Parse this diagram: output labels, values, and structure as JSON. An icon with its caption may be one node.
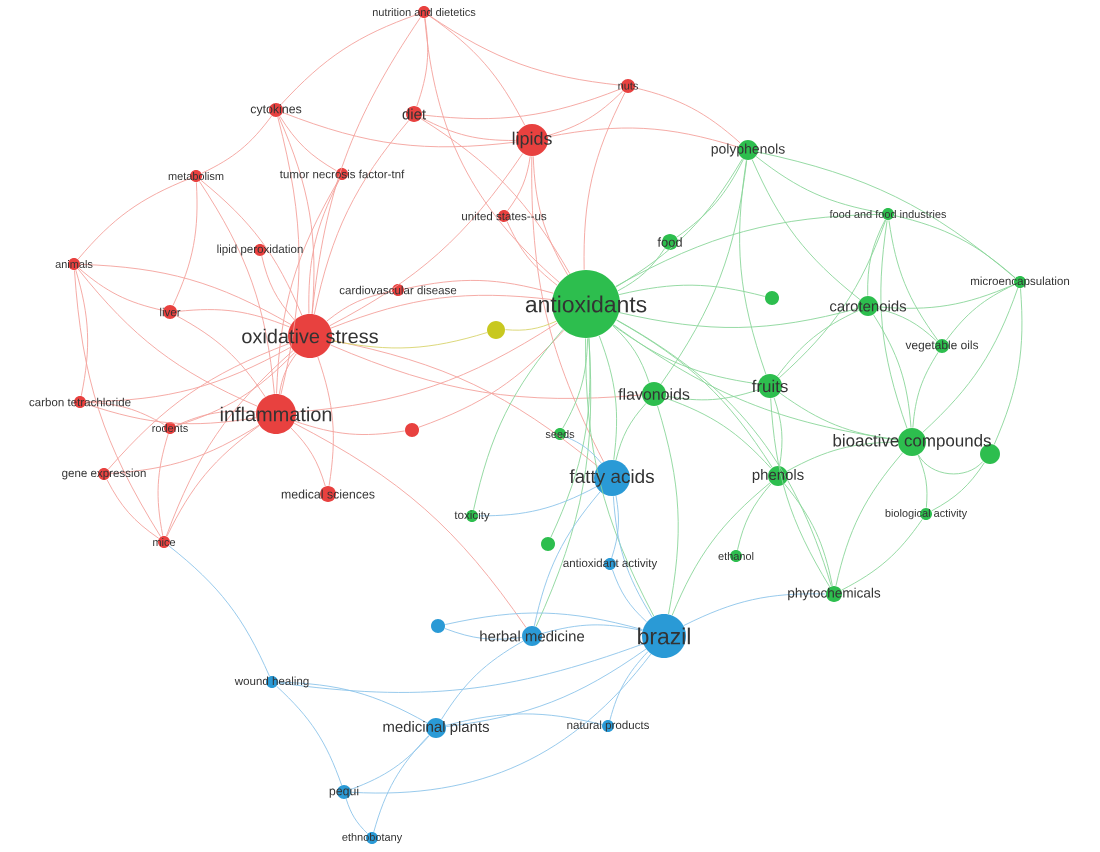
{
  "diagram": {
    "nodes": [
      {
        "text": [
          "nutrition and dietetics"
        ]
      },
      {
        "text": [
          "cytokines"
        ]
      },
      {
        "text": [
          "diet"
        ]
      },
      {
        "text": [
          "lipids"
        ]
      },
      {
        "text": [
          "nuts"
        ]
      },
      {
        "text": [
          "tumor necrosis factor-tnf"
        ]
      },
      {
        "text": [
          "metabolism"
        ]
      },
      {
        "text": [
          "united states--us"
        ]
      },
      {
        "text": [
          "lipid peroxidation"
        ]
      },
      {
        "text": [
          "animals"
        ]
      },
      {
        "text": [
          "cardiovascular disease"
        ]
      },
      {
        "text": [
          "liver"
        ]
      },
      {
        "text": [
          "oxidative stress"
        ]
      },
      {
        "text": [
          "carbon tetrachloride"
        ]
      },
      {
        "text": [
          "inflammation"
        ]
      },
      {
        "text": [
          "rodents"
        ]
      },
      {
        "text": [],
        "shape": "circle"
      },
      {
        "text": [
          "gene expression"
        ]
      },
      {
        "text": [
          "medical sciences"
        ]
      },
      {
        "text": [
          "mice"
        ]
      },
      {
        "text": [],
        "shape": "circle"
      },
      {
        "text": [
          "polyphenols"
        ]
      },
      {
        "text": [
          "food and food industries"
        ]
      },
      {
        "text": [
          "food"
        ]
      },
      {
        "text": [
          "antioxidants"
        ]
      },
      {
        "text": [],
        "shape": "circle"
      },
      {
        "text": [
          "carotenoids"
        ]
      },
      {
        "text": [
          "microencapsulation"
        ]
      },
      {
        "text": [
          "vegetable oils"
        ]
      },
      {
        "text": [
          "flavonoids"
        ]
      },
      {
        "text": [
          "fruits"
        ]
      },
      {
        "text": [
          "seeds"
        ]
      },
      {
        "text": [
          "bioactive compounds"
        ]
      },
      {
        "text": [],
        "shape": "circle"
      },
      {
        "text": [
          "phenols"
        ]
      },
      {
        "text": [
          "toxicity"
        ]
      },
      {
        "text": [],
        "shape": "circle"
      },
      {
        "text": [
          "biological activity"
        ]
      },
      {
        "text": [
          "antioxidant activity"
        ]
      },
      {
        "text": [
          "ethanol"
        ]
      },
      {
        "text": [
          "phytochemicals"
        ]
      },
      {
        "text": [
          "fatty acids"
        ]
      },
      {
        "text": [],
        "shape": "circle"
      },
      {
        "text": [
          "herbal medicine"
        ]
      },
      {
        "text": [
          "brazil"
        ]
      },
      {
        "text": [
          "wound healing"
        ]
      },
      {
        "text": [
          "medicinal plants"
        ]
      },
      {
        "text": [
          "natural products"
        ]
      },
      {
        "text": [
          "pequi"
        ]
      },
      {
        "text": [
          "ethnobotany"
        ]
      }
    ],
    "edges": [
      {
        "from": 12,
        "to": 0,
        "arrow": "none"
      },
      {
        "from": 12,
        "to": 1,
        "arrow": "none"
      },
      {
        "from": 12,
        "to": 2,
        "arrow": "none"
      },
      {
        "from": 12,
        "to": 3,
        "arrow": "none"
      },
      {
        "from": 12,
        "to": 5,
        "arrow": "none"
      },
      {
        "from": 12,
        "to": 6,
        "arrow": "none"
      },
      {
        "from": 12,
        "to": 8,
        "arrow": "none"
      },
      {
        "from": 12,
        "to": 9,
        "arrow": "none"
      },
      {
        "from": 12,
        "to": 10,
        "arrow": "none"
      },
      {
        "from": 12,
        "to": 11,
        "arrow": "none"
      },
      {
        "from": 12,
        "to": 13,
        "arrow": "none"
      },
      {
        "from": 12,
        "to": 14,
        "arrow": "none"
      },
      {
        "from": 12,
        "to": 15,
        "arrow": "none"
      },
      {
        "from": 12,
        "to": 17,
        "arrow": "none"
      },
      {
        "from": 12,
        "to": 18,
        "arrow": "none"
      },
      {
        "from": 12,
        "to": 19,
        "arrow": "none"
      },
      {
        "from": 12,
        "to": 24,
        "arrow": "none"
      },
      {
        "from": 12,
        "to": 29,
        "arrow": "none"
      },
      {
        "from": 12,
        "to": 41,
        "arrow": "none"
      },
      {
        "from": 14,
        "to": 1,
        "arrow": "none"
      },
      {
        "from": 14,
        "to": 5,
        "arrow": "none"
      },
      {
        "from": 14,
        "to": 6,
        "arrow": "none"
      },
      {
        "from": 14,
        "to": 9,
        "arrow": "none"
      },
      {
        "from": 14,
        "to": 11,
        "arrow": "none"
      },
      {
        "from": 14,
        "to": 13,
        "arrow": "none"
      },
      {
        "from": 14,
        "to": 15,
        "arrow": "none"
      },
      {
        "from": 14,
        "to": 17,
        "arrow": "none"
      },
      {
        "from": 14,
        "to": 19,
        "arrow": "none"
      },
      {
        "from": 14,
        "to": 18,
        "arrow": "none"
      },
      {
        "from": 14,
        "to": 24,
        "arrow": "none"
      },
      {
        "from": 14,
        "to": 43,
        "arrow": "none"
      },
      {
        "from": 3,
        "to": 0,
        "arrow": "none"
      },
      {
        "from": 3,
        "to": 2,
        "arrow": "none"
      },
      {
        "from": 3,
        "to": 4,
        "arrow": "none"
      },
      {
        "from": 3,
        "to": 7,
        "arrow": "none"
      },
      {
        "from": 3,
        "to": 24,
        "arrow": "none"
      },
      {
        "from": 3,
        "to": 21,
        "arrow": "none"
      },
      {
        "from": 3,
        "to": 41,
        "arrow": "none"
      },
      {
        "from": 3,
        "to": 1,
        "arrow": "none"
      },
      {
        "from": 0,
        "to": 1,
        "arrow": "none"
      },
      {
        "from": 0,
        "to": 2,
        "arrow": "none"
      },
      {
        "from": 0,
        "to": 4,
        "arrow": "none"
      },
      {
        "from": 0,
        "to": 24,
        "arrow": "none"
      },
      {
        "from": 2,
        "to": 4,
        "arrow": "none"
      },
      {
        "from": 2,
        "to": 24,
        "arrow": "none"
      },
      {
        "from": 4,
        "to": 24,
        "arrow": "none"
      },
      {
        "from": 4,
        "to": 21,
        "arrow": "none"
      },
      {
        "from": 1,
        "to": 5,
        "arrow": "none"
      },
      {
        "from": 1,
        "to": 6,
        "arrow": "none"
      },
      {
        "from": 6,
        "to": 9,
        "arrow": "none"
      },
      {
        "from": 6,
        "to": 11,
        "arrow": "none"
      },
      {
        "from": 9,
        "to": 11,
        "arrow": "none"
      },
      {
        "from": 9,
        "to": 13,
        "arrow": "none"
      },
      {
        "from": 9,
        "to": 19,
        "arrow": "none"
      },
      {
        "from": 13,
        "to": 15,
        "arrow": "none"
      },
      {
        "from": 17,
        "to": 19,
        "arrow": "none"
      },
      {
        "from": 19,
        "to": 15,
        "arrow": "none"
      },
      {
        "from": 7,
        "to": 24,
        "arrow": "none"
      },
      {
        "from": 10,
        "to": 24,
        "arrow": "none"
      },
      {
        "from": 16,
        "to": 24,
        "arrow": "none"
      },
      {
        "from": 16,
        "to": 14,
        "arrow": "none"
      },
      {
        "from": 20,
        "to": 24,
        "arrow": "none",
        "color": "#d8d46c"
      },
      {
        "from": 20,
        "to": 12,
        "arrow": "none",
        "color": "#d8d46c"
      },
      {
        "from": 24,
        "to": 21,
        "arrow": "none",
        "color": "#8ad69a"
      },
      {
        "from": 24,
        "to": 22,
        "arrow": "none",
        "color": "#8ad69a"
      },
      {
        "from": 24,
        "to": 23,
        "arrow": "none",
        "color": "#8ad69a"
      },
      {
        "from": 24,
        "to": 25,
        "arrow": "none",
        "color": "#8ad69a"
      },
      {
        "from": 24,
        "to": 26,
        "arrow": "none",
        "color": "#8ad69a"
      },
      {
        "from": 24,
        "to": 29,
        "arrow": "none",
        "color": "#8ad69a"
      },
      {
        "from": 24,
        "to": 30,
        "arrow": "none",
        "color": "#8ad69a"
      },
      {
        "from": 24,
        "to": 31,
        "arrow": "none",
        "color": "#8ad69a"
      },
      {
        "from": 24,
        "to": 32,
        "arrow": "none",
        "color": "#8ad69a"
      },
      {
        "from": 24,
        "to": 34,
        "arrow": "none",
        "color": "#8ad69a"
      },
      {
        "from": 24,
        "to": 35,
        "arrow": "none",
        "color": "#8ad69a"
      },
      {
        "from": 24,
        "to": 36,
        "arrow": "none",
        "color": "#8ad69a"
      },
      {
        "from": 24,
        "to": 40,
        "arrow": "none",
        "color": "#8ad69a"
      },
      {
        "from": 24,
        "to": 41,
        "arrow": "none",
        "color": "#8ad69a"
      },
      {
        "from": 24,
        "to": 44,
        "arrow": "none",
        "color": "#8ad69a"
      },
      {
        "from": 24,
        "to": 43,
        "arrow": "none",
        "color": "#8ad69a"
      },
      {
        "from": 21,
        "to": 22,
        "arrow": "none",
        "color": "#8ad69a"
      },
      {
        "from": 21,
        "to": 23,
        "arrow": "none",
        "color": "#8ad69a"
      },
      {
        "from": 21,
        "to": 26,
        "arrow": "none",
        "color": "#8ad69a"
      },
      {
        "from": 21,
        "to": 29,
        "arrow": "none",
        "color": "#8ad69a"
      },
      {
        "from": 21,
        "to": 30,
        "arrow": "none",
        "color": "#8ad69a"
      },
      {
        "from": 21,
        "to": 27,
        "arrow": "none",
        "color": "#8ad69a"
      },
      {
        "from": 22,
        "to": 26,
        "arrow": "none",
        "color": "#8ad69a"
      },
      {
        "from": 22,
        "to": 27,
        "arrow": "none",
        "color": "#8ad69a"
      },
      {
        "from": 22,
        "to": 28,
        "arrow": "none",
        "color": "#8ad69a"
      },
      {
        "from": 22,
        "to": 30,
        "arrow": "none",
        "color": "#8ad69a"
      },
      {
        "from": 22,
        "to": 32,
        "arrow": "none",
        "color": "#8ad69a"
      },
      {
        "from": 26,
        "to": 28,
        "arrow": "none",
        "color": "#8ad69a"
      },
      {
        "from": 26,
        "to": 30,
        "arrow": "none",
        "color": "#8ad69a"
      },
      {
        "from": 26,
        "to": 32,
        "arrow": "none",
        "color": "#8ad69a"
      },
      {
        "from": 26,
        "to": 27,
        "arrow": "none",
        "color": "#8ad69a"
      },
      {
        "from": 27,
        "to": 32,
        "arrow": "none",
        "color": "#8ad69a"
      },
      {
        "from": 27,
        "to": 28,
        "arrow": "none",
        "color": "#8ad69a"
      },
      {
        "from": 27,
        "to": 33,
        "arrow": "none",
        "color": "#8ad69a"
      },
      {
        "from": 29,
        "to": 30,
        "arrow": "none",
        "color": "#8ad69a"
      },
      {
        "from": 29,
        "to": 34,
        "arrow": "none",
        "color": "#8ad69a"
      },
      {
        "from": 29,
        "to": 41,
        "arrow": "none",
        "color": "#8ad69a"
      },
      {
        "from": 29,
        "to": 44,
        "arrow": "none",
        "color": "#8ad69a"
      },
      {
        "from": 30,
        "to": 32,
        "arrow": "none",
        "color": "#8ad69a"
      },
      {
        "from": 30,
        "to": 34,
        "arrow": "none",
        "color": "#8ad69a"
      },
      {
        "from": 30,
        "to": 40,
        "arrow": "none",
        "color": "#8ad69a"
      },
      {
        "from": 32,
        "to": 33,
        "arrow": "none",
        "color": "#8ad69a"
      },
      {
        "from": 32,
        "to": 34,
        "arrow": "none",
        "color": "#8ad69a"
      },
      {
        "from": 32,
        "to": 37,
        "arrow": "none",
        "color": "#8ad69a"
      },
      {
        "from": 32,
        "to": 40,
        "arrow": "none",
        "color": "#8ad69a"
      },
      {
        "from": 32,
        "to": 28,
        "arrow": "none",
        "color": "#8ad69a"
      },
      {
        "from": 34,
        "to": 39,
        "arrow": "none",
        "color": "#8ad69a"
      },
      {
        "from": 34,
        "to": 40,
        "arrow": "none",
        "color": "#8ad69a"
      },
      {
        "from": 34,
        "to": 44,
        "arrow": "none",
        "color": "#8ad69a"
      },
      {
        "from": 37,
        "to": 40,
        "arrow": "none",
        "color": "#8ad69a"
      },
      {
        "from": 37,
        "to": 33,
        "arrow": "none",
        "color": "#8ad69a"
      },
      {
        "from": 44,
        "to": 41,
        "arrow": "none",
        "color": "#8cc4ea"
      },
      {
        "from": 44,
        "to": 43,
        "arrow": "none",
        "color": "#8cc4ea"
      },
      {
        "from": 44,
        "to": 46,
        "arrow": "none",
        "color": "#8cc4ea"
      },
      {
        "from": 44,
        "to": 47,
        "arrow": "none",
        "color": "#8cc4ea"
      },
      {
        "from": 44,
        "to": 38,
        "arrow": "none",
        "color": "#8cc4ea"
      },
      {
        "from": 44,
        "to": 42,
        "arrow": "none",
        "color": "#8cc4ea"
      },
      {
        "from": 44,
        "to": 45,
        "arrow": "none",
        "color": "#8cc4ea"
      },
      {
        "from": 44,
        "to": 48,
        "arrow": "none",
        "color": "#8cc4ea"
      },
      {
        "from": 44,
        "to": 40,
        "arrow": "none",
        "color": "#8cc4ea"
      },
      {
        "from": 41,
        "to": 43,
        "arrow": "none",
        "color": "#8cc4ea"
      },
      {
        "from": 41,
        "to": 38,
        "arrow": "none",
        "color": "#8cc4ea"
      },
      {
        "from": 41,
        "to": 31,
        "arrow": "none",
        "color": "#8cc4ea"
      },
      {
        "from": 41,
        "to": 35,
        "arrow": "none",
        "color": "#8cc4ea"
      },
      {
        "from": 43,
        "to": 46,
        "arrow": "none",
        "color": "#8cc4ea"
      },
      {
        "from": 43,
        "to": 42,
        "arrow": "none",
        "color": "#8cc4ea"
      },
      {
        "from": 46,
        "to": 45,
        "arrow": "none",
        "color": "#8cc4ea"
      },
      {
        "from": 46,
        "to": 48,
        "arrow": "none",
        "color": "#8cc4ea"
      },
      {
        "from": 46,
        "to": 49,
        "arrow": "none",
        "color": "#8cc4ea"
      },
      {
        "from": 46,
        "to": 47,
        "arrow": "none",
        "color": "#8cc4ea"
      },
      {
        "from": 48,
        "to": 49,
        "arrow": "none",
        "color": "#8cc4ea"
      },
      {
        "from": 45,
        "to": 48,
        "arrow": "none",
        "color": "#8cc4ea"
      },
      {
        "from": 45,
        "to": 19,
        "arrow": "none",
        "color": "#8cc4ea"
      }
    ]
  }
}
